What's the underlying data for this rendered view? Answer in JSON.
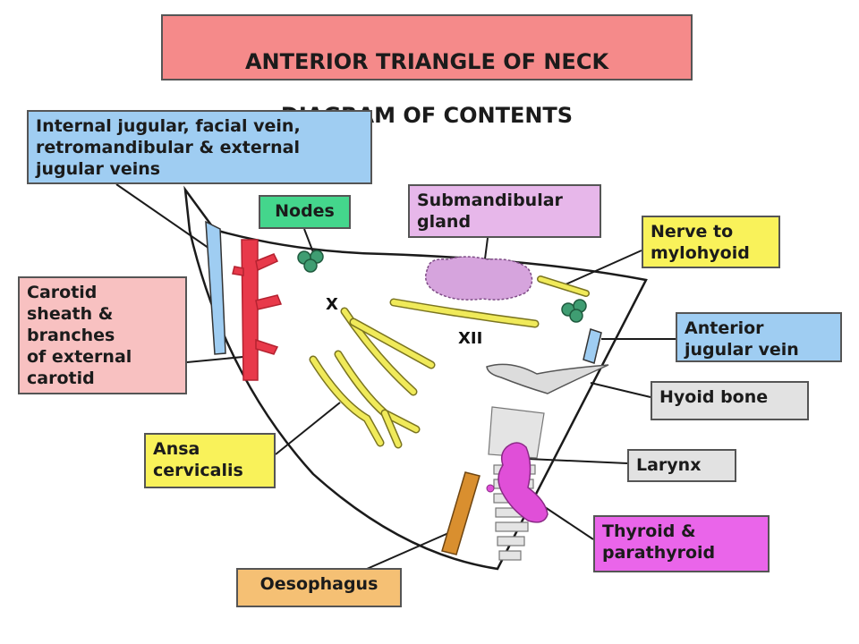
{
  "title": {
    "line1": "ANTERIOR TRIANGLE OF NECK",
    "line2": "DIAGRAM OF CONTENTS"
  },
  "labels": {
    "veins": "Internal jugular, facial vein,\nretromandibular & external\njugular veins",
    "nodes": "Nodes",
    "submandibular": "Submandibular\ngland",
    "nerve_mylohyoid": "Nerve to\nmylohyoid",
    "carotid": "Carotid\nsheath &\nbranches\nof external\ncarotid",
    "anterior_jugular": "Anterior\njugular vein",
    "hyoid": "Hyoid bone",
    "ansa": "Ansa\ncervicalis",
    "larynx": "Larynx",
    "thyroid": "Thyroid &\nparathyroid",
    "oesophagus": "Oesophagus"
  },
  "nerve_markers": {
    "vagus": "X",
    "hypoglossal": "XII"
  },
  "colors": {
    "title_bg": "#f58a8a",
    "vein_blue": "#9fcdf2",
    "artery_red": "#e8394a",
    "nerve_yellow": "#f0ea5a",
    "gland_purple": "#d6a4dd",
    "node_green": "#3f9d72",
    "thyroid_magenta": "#e04fd8",
    "oesophagus_orange": "#d98f2f",
    "cartilage_grey": "#d9d9d9"
  }
}
